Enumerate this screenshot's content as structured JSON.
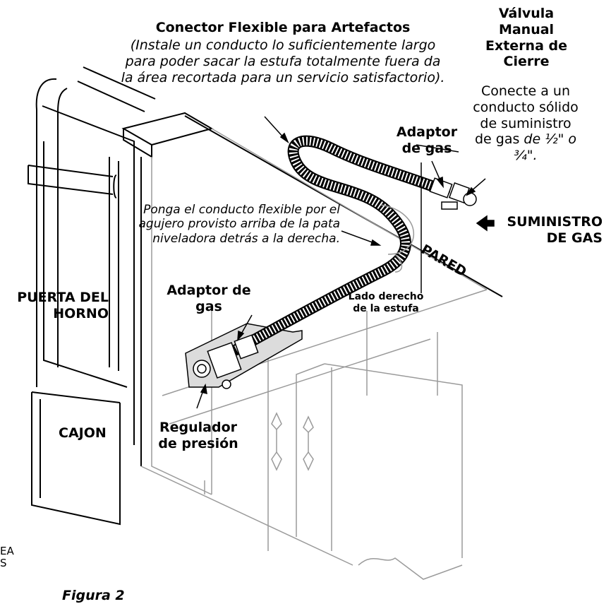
{
  "labels": {
    "connector_title": "Conector Flexible para Artefactos",
    "connector_note": "(Instale un conducto lo suficientemente largo para poder sacar la estufa totalmente fuera da la área recortada para un servicio satisfactorio).",
    "valve_title": "Válvula Manual Externa de Cierre",
    "valve_note_plain": "Conecte a un conducto sólido de suministro de gas",
    "valve_note_italic": " de ½\" o ¾\".",
    "adapter_top": "Adaptor de gas",
    "flex_note": "Ponga el conducto flexible por el agujero provisto arriba de la pata niveladora detrás a la derecha.",
    "supply": "SUMINISTRO DE GAS",
    "wall": "PARED",
    "oven_door": "PUERTA DEL HORNO",
    "drawer": "CAJON",
    "adapter_bottom": "Adaptor de gas",
    "range_right_side": "Lado derecho de la estufa",
    "regulator": "Regulador de presión",
    "partial_left": "EA\nS",
    "figure": "Figura 2"
  },
  "colors": {
    "line": "#000000",
    "gray_line": "#9a9a9a",
    "panel_fill": "#dcdcdc",
    "background": "#ffffff"
  }
}
